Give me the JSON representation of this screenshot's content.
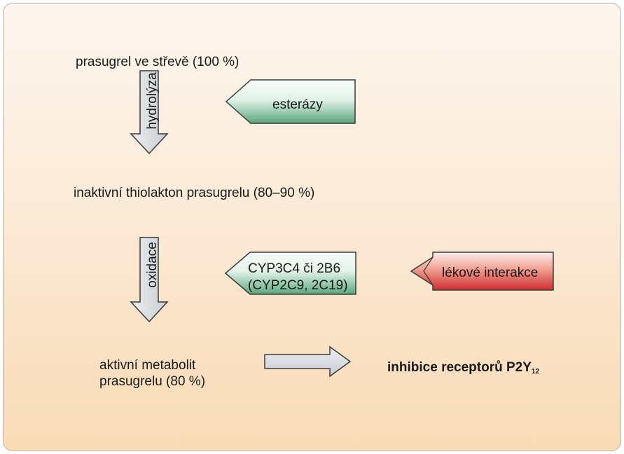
{
  "nodes": {
    "prasugrel": "prasugrel ve střevě (100 %)",
    "thiolakton": "inaktivní thiolakton prasugrelu (80–90 %)",
    "metabolit_line1": "aktivní metabolit",
    "metabolit_line2": "prasugrelu (80 %)",
    "inhibice": "inhibice receptorů P2Y",
    "inhibice_sub": "12"
  },
  "steps": {
    "hydrolyza": "hydrolýza",
    "oxidace": "oxidace"
  },
  "enzymes": {
    "esterazy": "esterázy",
    "cyp_line1": "CYP3C4 či 2B6",
    "cyp_line2": "(CYP2C9, 2C19)",
    "lekove": "lékové interakce"
  },
  "colors": {
    "arrow_gray": "#d4d7dc",
    "green_light": "#f1faf4",
    "green_dark": "#5aa77d",
    "red_light": "#fbe6e0",
    "red_dark": "#cf2e2e"
  }
}
